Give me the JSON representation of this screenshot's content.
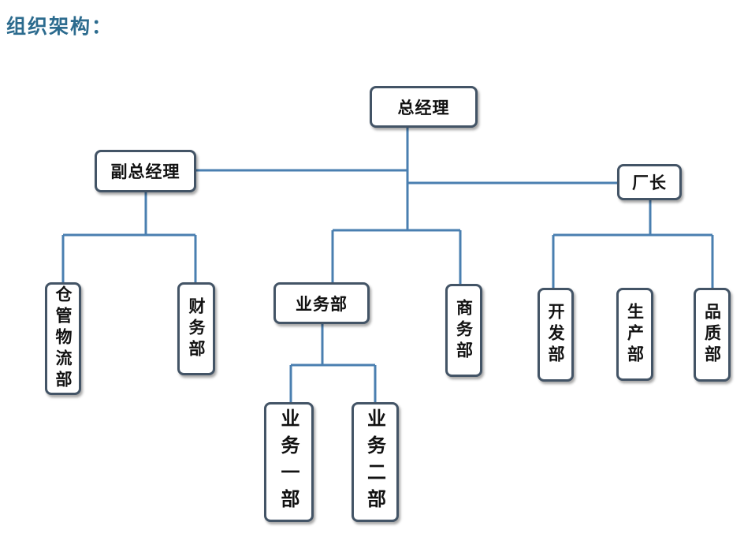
{
  "page": {
    "heading": "组织架构："
  },
  "org_chart": {
    "general_manager": "总经理",
    "deputy_gm": "副总经理",
    "factory_director": "厂长",
    "warehouse_logistics": "仓管物流部",
    "finance": "财务部",
    "business_dept": "业务部",
    "commerce": "商务部",
    "development": "开发部",
    "production": "生产部",
    "quality": "品质部",
    "business_one": "业务一部",
    "business_two": "业务二部"
  },
  "colors": {
    "heading": "#2c6b8e",
    "connector": "#4a7fb0",
    "box_border": "#435466"
  }
}
